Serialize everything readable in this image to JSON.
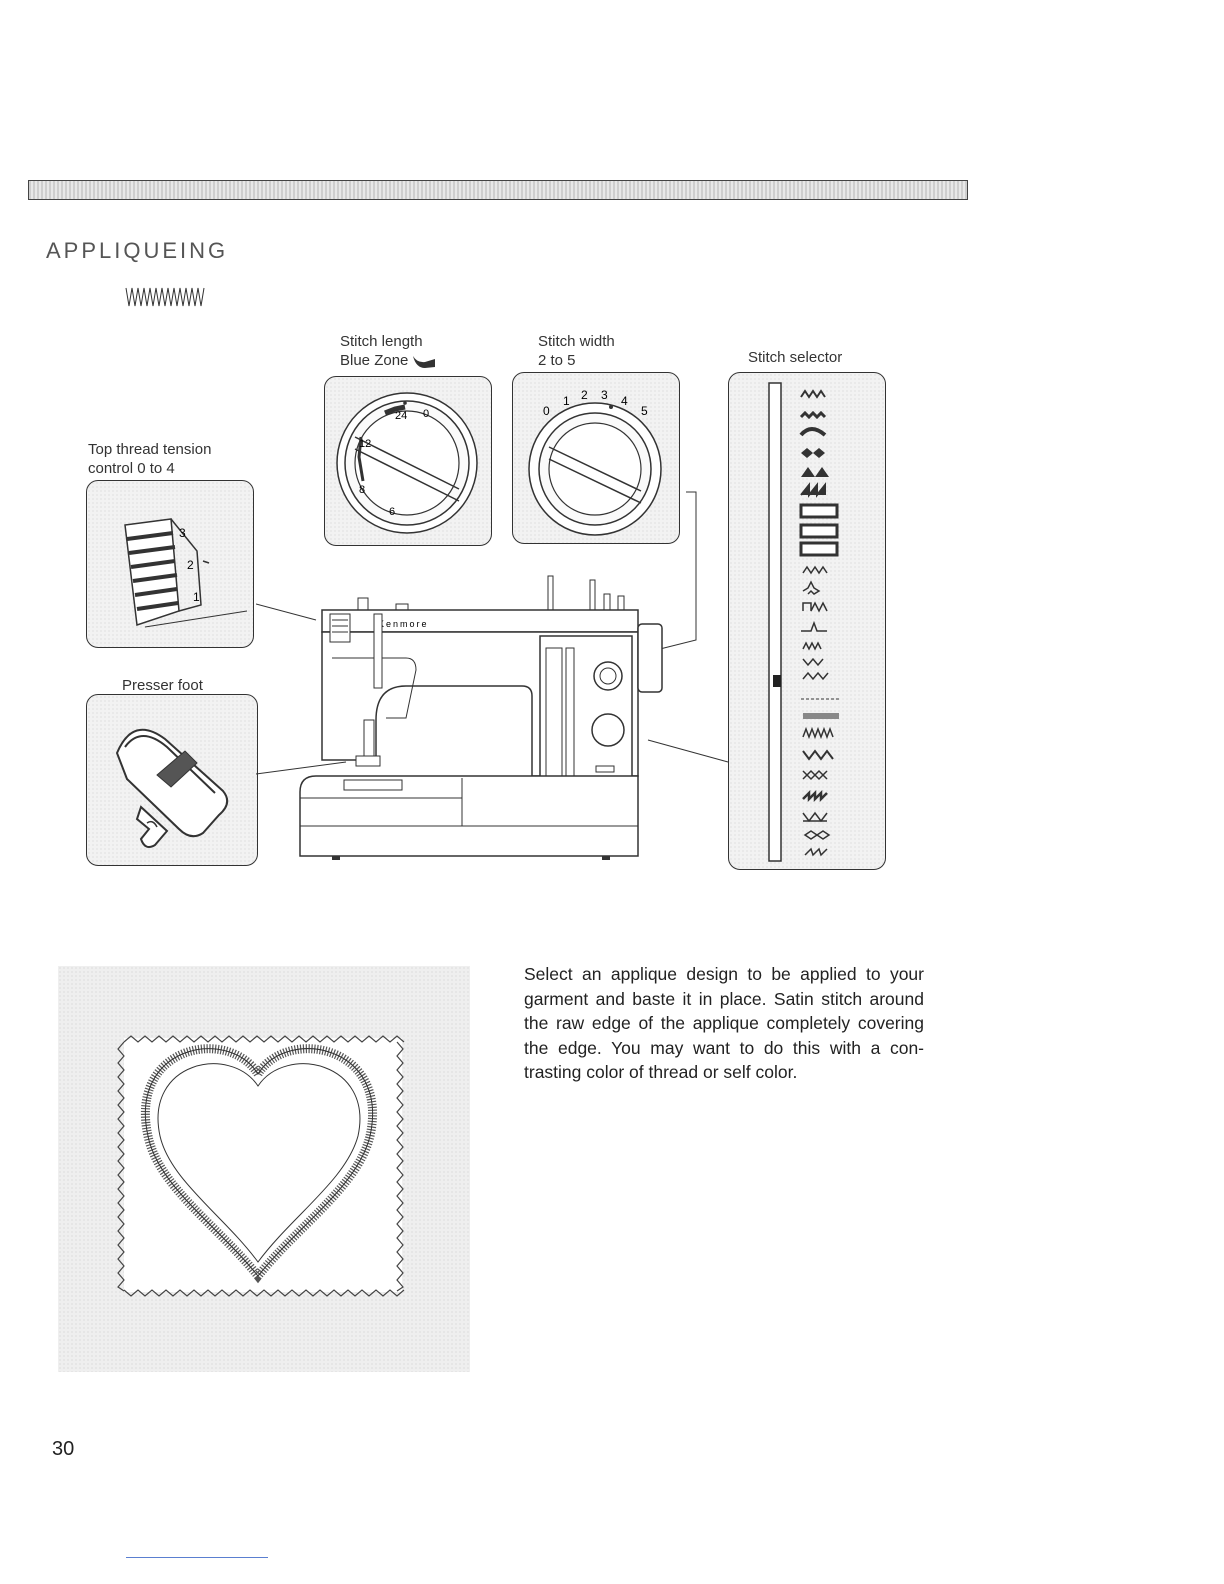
{
  "page": {
    "title": "APPLIQUEING",
    "page_number": "30"
  },
  "labels": {
    "stitch_length_line1": "Stitch length",
    "stitch_length_line2": "Blue Zone",
    "stitch_width_line1": "Stitch width",
    "stitch_width_line2": "2 to 5",
    "stitch_selector": "Stitch selector",
    "tension_line1": "Top thread tension",
    "tension_line2": "control 0 to 4",
    "presser_foot": "Presser foot"
  },
  "dials": {
    "length_marks": [
      "24",
      "0",
      "12",
      "8",
      "6"
    ],
    "width_marks": [
      "0",
      "1",
      "2",
      "3",
      "4",
      "5"
    ],
    "tension_marks": [
      "3",
      "2",
      "1"
    ]
  },
  "machine": {
    "brand": "Kenmore"
  },
  "instructions": {
    "text": "Select an applique design to be applied to your garment and baste it in place. Satin stitch around the raw edge of the applique completely covering the edge. You may want to do this with a con-trasting color of thread or self color."
  }
}
